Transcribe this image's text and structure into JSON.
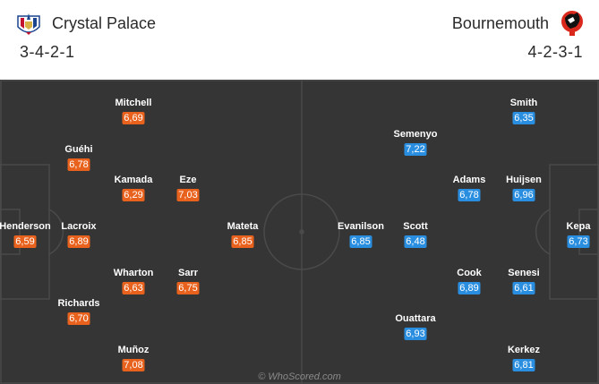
{
  "home": {
    "name": "Crystal Palace",
    "formation": "3-4-2-1",
    "crest": "crystal-palace-crest",
    "color": "#e9621d",
    "players": [
      {
        "name": "Henderson",
        "rating": "6,59"
      },
      {
        "name": "Guéhi",
        "rating": "6,78"
      },
      {
        "name": "Lacroix",
        "rating": "6,89"
      },
      {
        "name": "Richards",
        "rating": "6,70"
      },
      {
        "name": "Mitchell",
        "rating": "6,69"
      },
      {
        "name": "Kamada",
        "rating": "6,29"
      },
      {
        "name": "Wharton",
        "rating": "6,63"
      },
      {
        "name": "Muñoz",
        "rating": "7,08"
      },
      {
        "name": "Eze",
        "rating": "7,03"
      },
      {
        "name": "Sarr",
        "rating": "6,75"
      },
      {
        "name": "Mateta",
        "rating": "6,85"
      }
    ]
  },
  "away": {
    "name": "Bournemouth",
    "formation": "4-2-3-1",
    "crest": "bournemouth-crest",
    "color": "#2a8ee0",
    "players": [
      {
        "name": "Kepa",
        "rating": "6,73"
      },
      {
        "name": "Smith",
        "rating": "6,35"
      },
      {
        "name": "Huijsen",
        "rating": "6,96"
      },
      {
        "name": "Senesi",
        "rating": "6,61"
      },
      {
        "name": "Kerkez",
        "rating": "6,81"
      },
      {
        "name": "Adams",
        "rating": "6,78"
      },
      {
        "name": "Cook",
        "rating": "6,89"
      },
      {
        "name": "Semenyo",
        "rating": "7,22"
      },
      {
        "name": "Scott",
        "rating": "6,48"
      },
      {
        "name": "Ouattara",
        "rating": "6,93"
      },
      {
        "name": "Evanilson",
        "rating": "6,85"
      }
    ]
  },
  "watermark": "© WhoScored.com"
}
